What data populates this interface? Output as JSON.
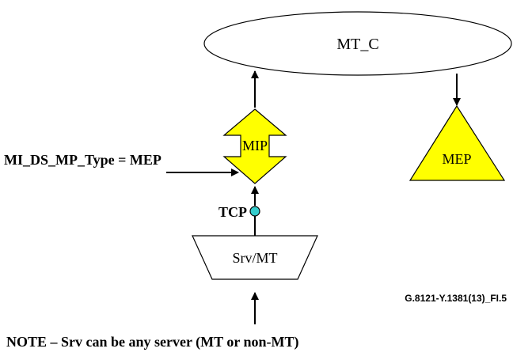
{
  "diagram": {
    "mt_c_label": "MT_C",
    "mip_label": "MIP",
    "mep_label": "MEP",
    "tcp_label": "TCP",
    "srv_mt_label": "Srv/MT",
    "mi_ds_label": "MI_DS_MP_Type = MEP",
    "figure_id": "G.8121-Y.1381(13)_FI.5",
    "note": "NOTE – Srv can be any server (MT or non-MT)"
  },
  "colors": {
    "mip_fill": "#ffff00",
    "mep_fill": "#ffff00",
    "tcp_fill": "#33cccc",
    "stroke": "#000000"
  }
}
